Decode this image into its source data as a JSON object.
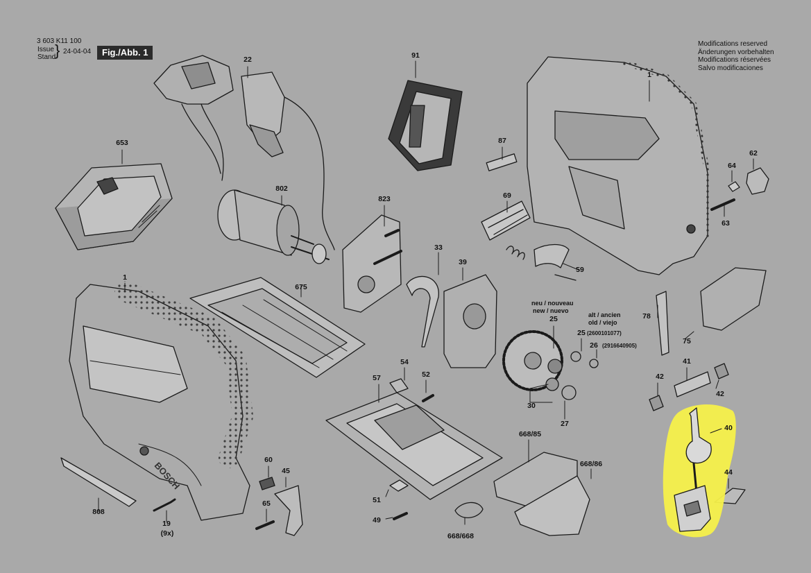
{
  "header": {
    "doc_number": "3 603 K11 100",
    "issue_label": "Issue",
    "stand_label": "Stand",
    "date": "24-04-04",
    "figure": "Fig./Abb. 1"
  },
  "modifications": [
    "Modifications reserved",
    "Änderungen vorbehalten",
    "Modifications réservées",
    "Salvo modificaciones"
  ],
  "parts": {
    "p1_housing": "1",
    "p1_shell": "1",
    "p19": "19",
    "p19_qty": "(9x)",
    "p22": "22",
    "p25_new": "25",
    "p25_old": "25",
    "p26": "26",
    "p27": "27",
    "p30": "30",
    "p33": "33",
    "p39": "39",
    "p40": "40",
    "p41": "41",
    "p42_left": "42",
    "p42_right": "42",
    "p44": "44",
    "p45": "45",
    "p49": "49",
    "p51": "51",
    "p52": "52",
    "p54": "54",
    "p57": "57",
    "p59": "59",
    "p60": "60",
    "p62": "62",
    "p63": "63",
    "p64": "64",
    "p65": "65",
    "p69": "69",
    "p75": "75",
    "p78": "78",
    "p87": "87",
    "p91": "91",
    "p653": "653",
    "p668_668": "668/668",
    "p668_85": "668/85",
    "p668_86": "668/86",
    "p675": "675",
    "p802": "802",
    "p808": "808",
    "p823": "823"
  },
  "notes": {
    "new_line1": "neu / nouveau",
    "new_line2": "new / nuevo",
    "old_line1": "alt / ancien",
    "old_line2": "old / viejo",
    "code_25_old": "(2600101077)",
    "code_26": "(2916640905)"
  },
  "brand_mark": "BOSCH",
  "highlight_color": "#f5f04a"
}
